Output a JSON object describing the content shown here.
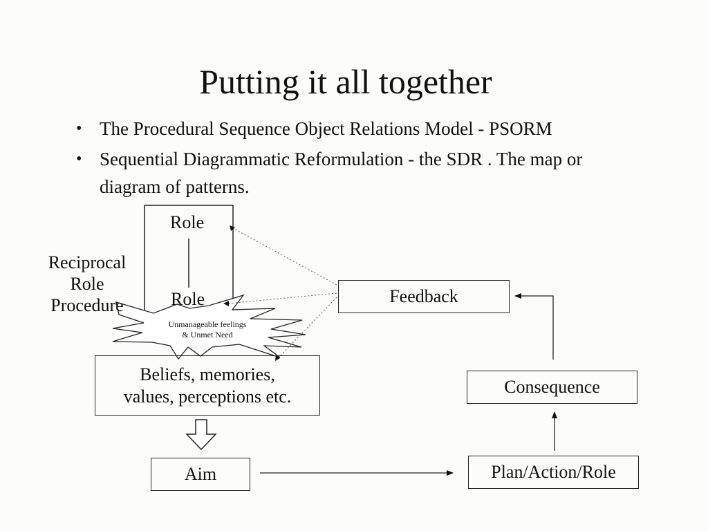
{
  "slide": {
    "title": "Putting it all together",
    "bullets": [
      {
        "text": "The Procedural Sequence Object Relations Model - PSORM"
      },
      {
        "text": "Sequential Diagrammatic Reformulation - the SDR . The map or diagram of patterns."
      }
    ],
    "bullet_glyph": "•"
  },
  "diagram": {
    "role_top": "Role",
    "role_bottom": "Role",
    "rrp_label": [
      "Reciprocal",
      "Role",
      "Procedure"
    ],
    "burst_lines": [
      "Unmanageable feelings",
      "& Unmet Need"
    ],
    "beliefs_lines": [
      "Beliefs, memories,",
      "values, perceptions etc."
    ],
    "aim": "Aim",
    "plan": "Plan/Action/Role",
    "consequence": "Consequence",
    "feedback": "Feedback"
  },
  "colors": {
    "ink": "#111111",
    "background": "#fcfcfb"
  }
}
